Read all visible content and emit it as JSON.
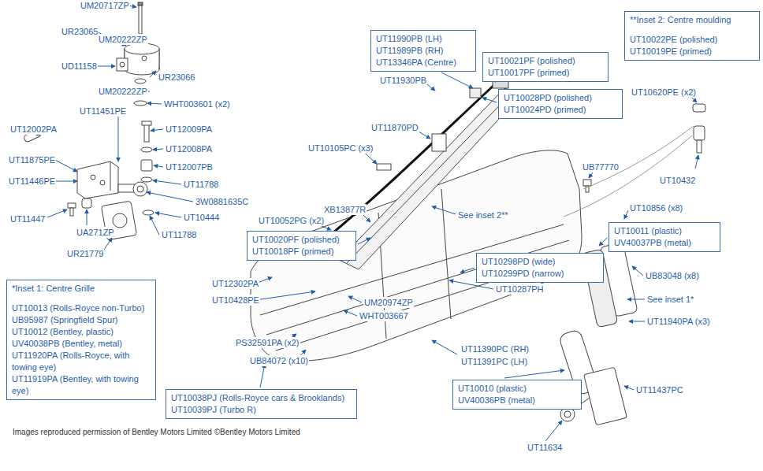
{
  "diagram": {
    "caption": "Images reproduced permission of Bentley Motors Limited ©Bentley Motors Limited",
    "nodes": [
      {
        "text": [
          "UT11990PB (LH)",
          "UT11989PB (RH)",
          "UT13346PA (Centre)"
        ]
      },
      {
        "text": [
          "UT10021PF (polished)",
          "UT10017PF (primed)"
        ]
      },
      {
        "text": [
          "UT10028PD (polished)",
          "UT10024PD (primed)"
        ]
      },
      {
        "text": [
          "**Inset 2: Centre moulding",
          "UT10022PE (polished)",
          "UT10019PE (primed)"
        ]
      },
      {
        "text": [
          "UT10020PF (polished)",
          "UT10018PF (primed)"
        ]
      },
      {
        "text": [
          "UT10011 (plastic)",
          "UV40037PB (metal)"
        ]
      },
      {
        "text": [
          "UT10298PD (wide)",
          "UT10299PD (narrow)"
        ]
      },
      {
        "text": [
          "*Inset 1: Centre Grille",
          "UT10013 (Rolls-Royce non-Turbo)",
          "UB95987 (Springfield Spur)",
          "UT10012 (Bentley, plastic)",
          "UV40038PB (Bentley, metal)",
          "UT11920PA (Rolls-Royce, with towing eye)",
          "UT11919PA (Bentley, with towing eye)"
        ]
      },
      {
        "text": [
          "UT10038PJ (Rolls-Royce cars & Brooklands)",
          "UT10039PJ (Turbo R)"
        ]
      },
      {
        "text": [
          "UT10010 (plastic)",
          "UV40036PB (metal)"
        ]
      }
    ],
    "labels": [
      "UM20717ZP",
      "UR23065",
      "UM20222ZP",
      "UD11158",
      "UR23066",
      "UM20222ZP",
      "WHT003601 (x2)",
      "UT11451PE",
      "UT12002PA",
      "UT12009PA",
      "UT12008PA",
      "UT12007PB",
      "UT11875PE",
      "UT11446PE",
      "UT11788",
      "3W0881635C",
      "UT10444",
      "UT11447",
      "UA271ZP",
      "UT11788",
      "UR21779",
      "UT11930PB",
      "UT11870PD",
      "UT10105PC (x3)",
      "UT10620PE (x2)",
      "UB77770",
      "UT10432",
      "XB13877R",
      "UT10052PG (x2)",
      "See inset 2**",
      "UT10856 (x8)",
      "UT10287PH",
      "UB83048 (x8)",
      "See inset 1*",
      "UT11940PA (x3)",
      "UT12302PA",
      "UT10428PE",
      "UM20974ZP",
      "WHT003667",
      "PS32591PA (x2)",
      "UT11390PC (RH)",
      "UT11391PC (LH)",
      "UB84072 (x10)",
      "UT11437PC",
      "UT11634"
    ]
  }
}
